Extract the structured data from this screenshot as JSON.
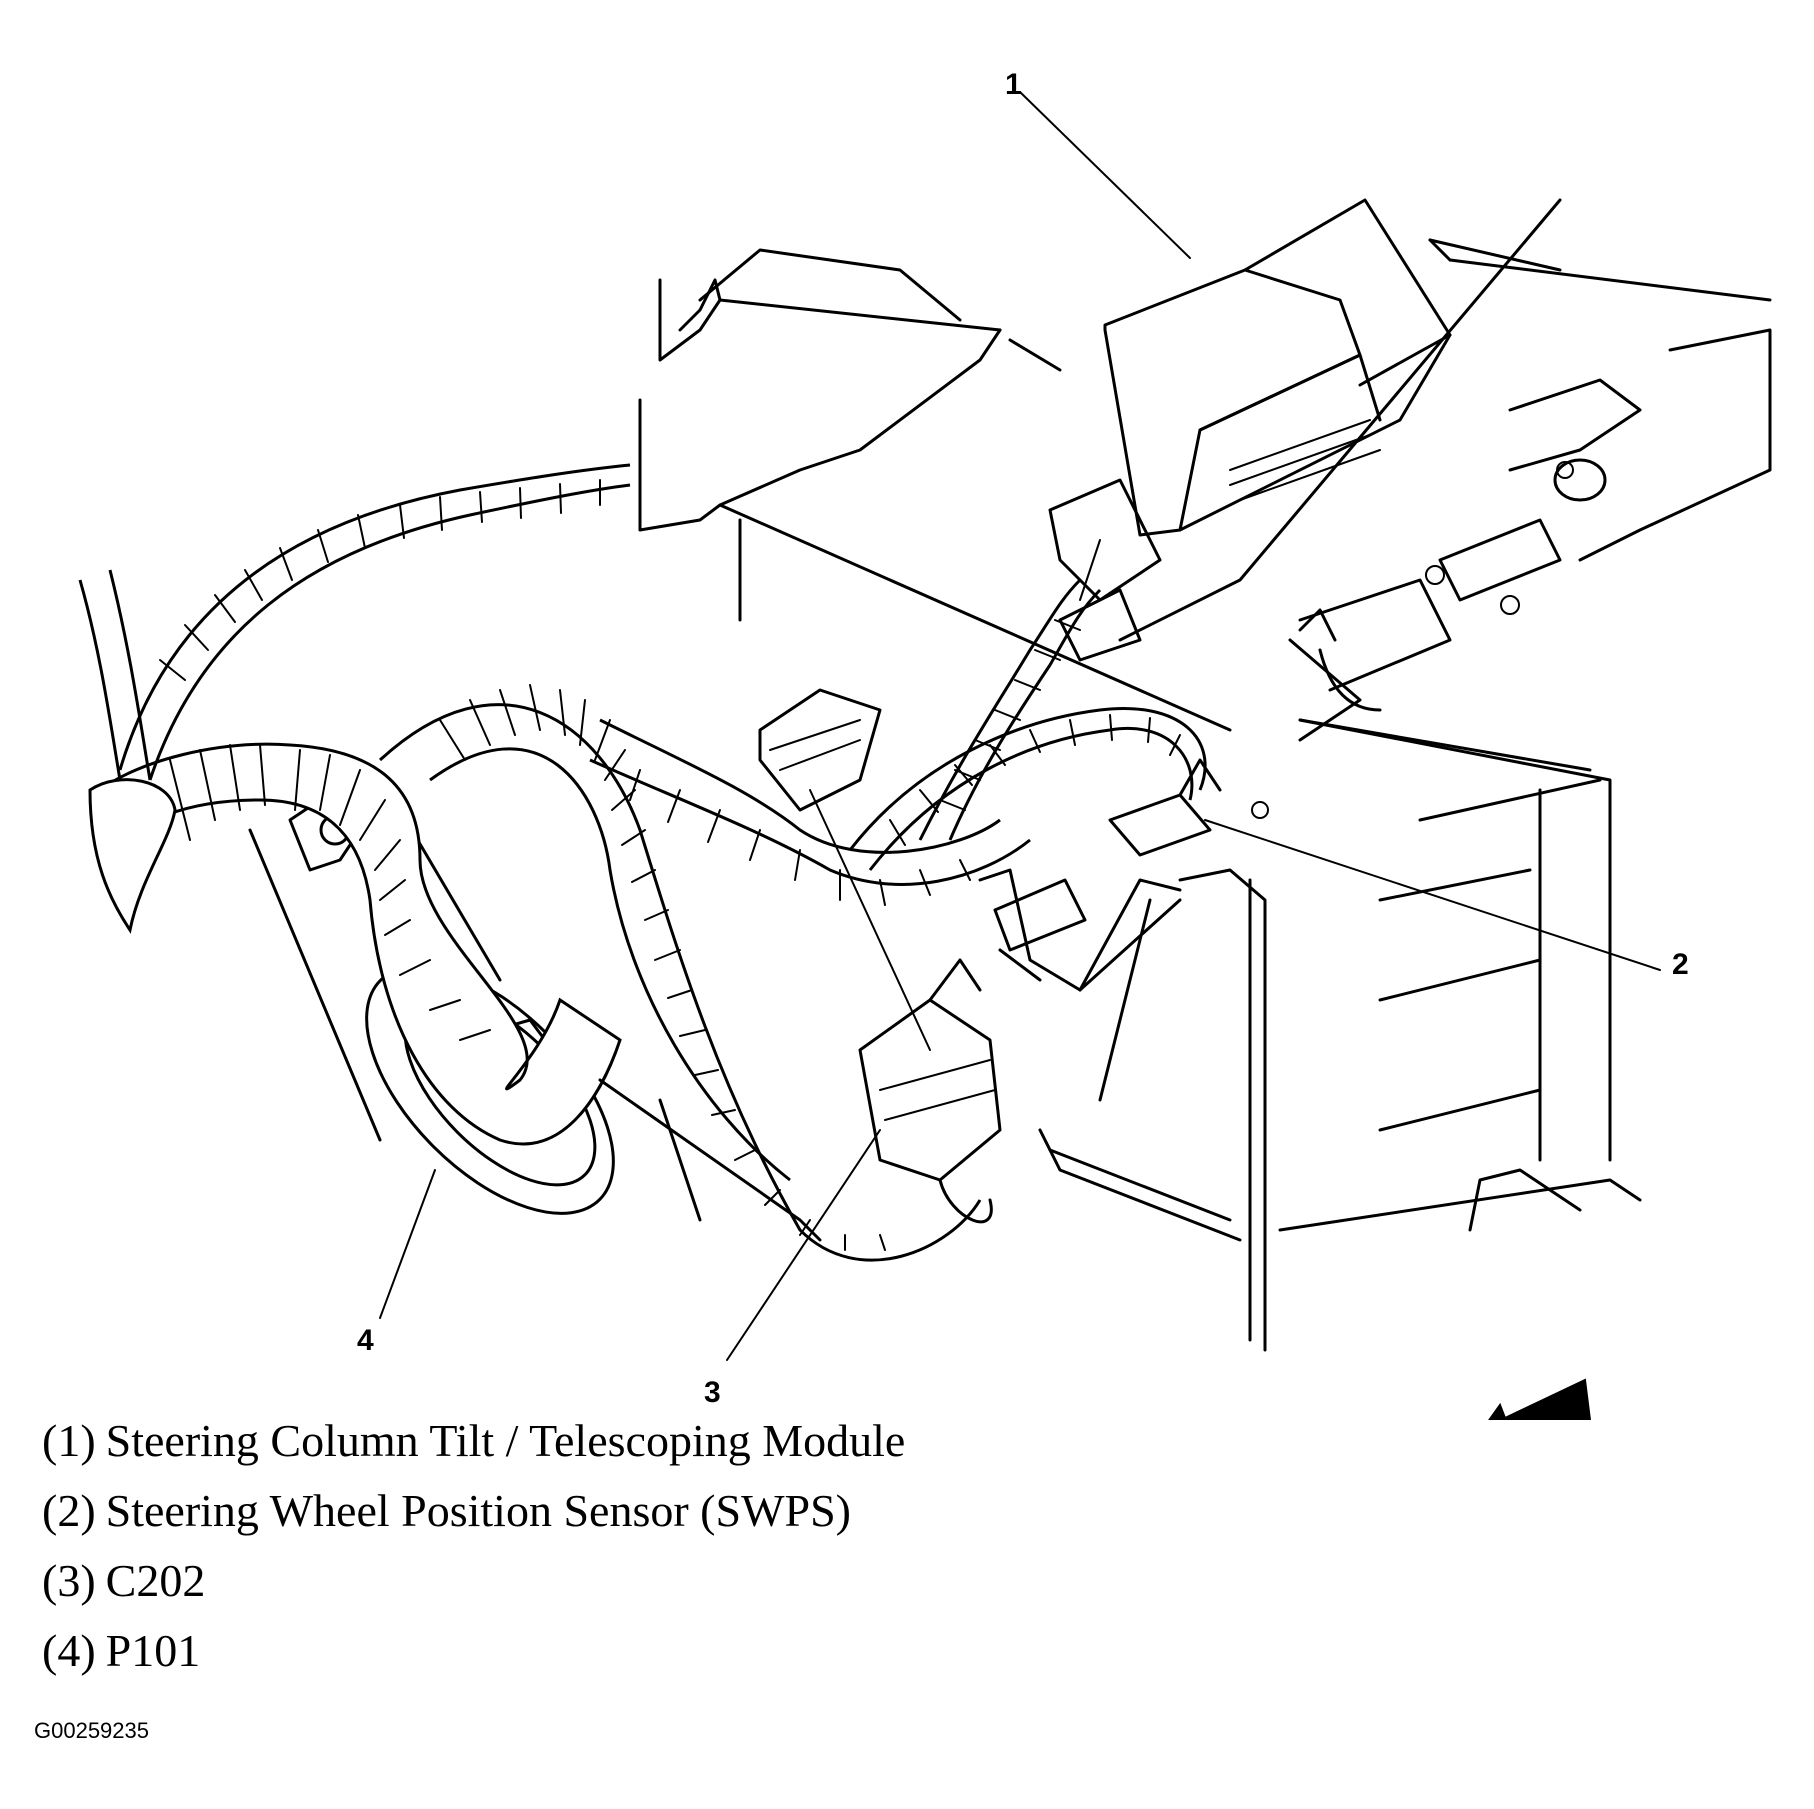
{
  "callouts": {
    "c1": "1",
    "c2": "2",
    "c3": "3",
    "c4": "4"
  },
  "legend": [
    {
      "num": "(1)",
      "label": "Steering Column Tilt / Telescoping Module"
    },
    {
      "num": "(2)",
      "label": "Steering Wheel Position Sensor (SWPS)"
    },
    {
      "num": "(3)",
      "label": "C202"
    },
    {
      "num": "(4)",
      "label": "P101"
    }
  ],
  "figure_id": "G00259235",
  "icons": {
    "view_arrow": "direction-arrow-icon"
  }
}
